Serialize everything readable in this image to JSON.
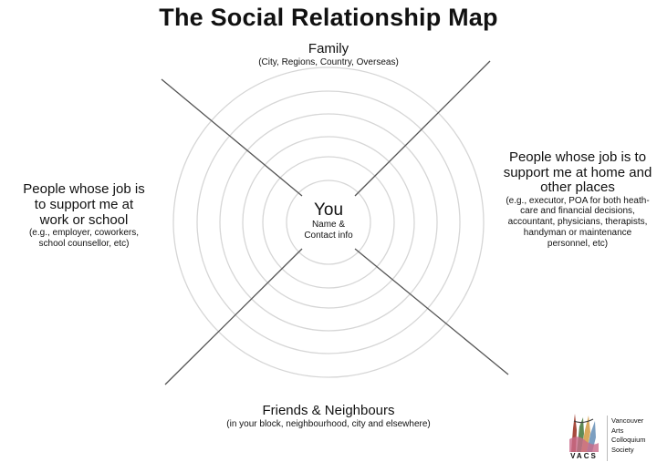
{
  "title": "The Social Relationship Map",
  "center": {
    "label": "You",
    "note_line1": "Name &",
    "note_line2": "Contact info"
  },
  "sectors": {
    "top": {
      "title": "Family",
      "subtitle": "(City, Regions, Country, Overseas)"
    },
    "bottom": {
      "title": "Friends & Neighbours",
      "subtitle": "(in your block, neighbourhood, city and elsewhere)"
    },
    "left": {
      "title_lines": [
        "People whose job is",
        "to support me at",
        "work or school"
      ],
      "subtitle_lines": [
        "(e.g., employer, coworkers,",
        "school counsellor, etc)"
      ]
    },
    "right": {
      "title_lines": [
        "People whose job is to",
        "support me at home and",
        "other places"
      ],
      "subtitle_lines": [
        "(e.g., executor, POA for both heath-",
        "care and financial decisions,",
        "accountant, physicians, therapists,",
        "handyman or maintenance",
        "personnel, etc)"
      ]
    }
  },
  "logo": {
    "acronym": "VACS",
    "name_lines": [
      "Vancouver",
      "Arts",
      "Colloquium",
      "Society"
    ]
  }
}
